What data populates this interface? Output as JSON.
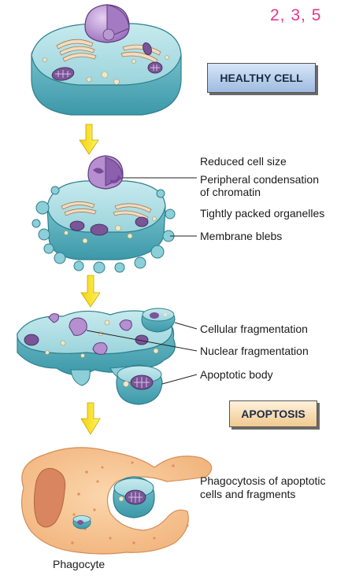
{
  "page_number": "2, 3, 5",
  "badges": {
    "healthy": "HEALTHY CELL",
    "apoptosis": "APOPTOSIS"
  },
  "labels": {
    "reduced_size": "Reduced cell size",
    "peripheral_line1": "Peripheral condensation",
    "peripheral_line2": "of chromatin",
    "packed_organelles": "Tightly packed organelles",
    "membrane_blebs": "Membrane blebs",
    "cellular_frag": "Cellular fragmentation",
    "nuclear_frag": "Nuclear fragmentation",
    "apoptotic_body": "Apoptotic body",
    "phago_line1": "Phagocytosis of apoptotic",
    "phago_line2": "cells and fragments",
    "phagocyte": "Phagocyte"
  },
  "colors": {
    "cell_fill": "#a9dde3",
    "cell_side": "#63b6c4",
    "cell_outline": "#2d7f8d",
    "nucleus": "#b58fcf",
    "mitochondria": "#7a5597",
    "golgi": "#f0dcc2",
    "arrow": "#f7e21a",
    "phagocyte": "#f7c590",
    "phagocyte_nucleus": "#d98660",
    "page_number": "#e8368b"
  }
}
